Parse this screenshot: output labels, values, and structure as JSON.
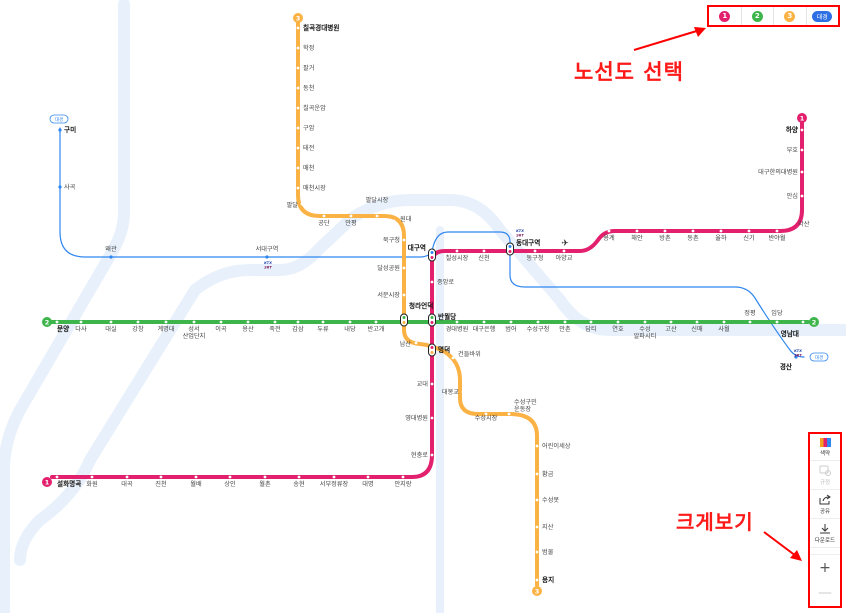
{
  "annotations": {
    "line_select": "노선도 선택",
    "zoom_view": "크게보기"
  },
  "line_selector": {
    "buttons": [
      {
        "label": "1",
        "color": "#e3206e",
        "name": "line-1"
      },
      {
        "label": "2",
        "color": "#3db54a",
        "name": "line-2"
      },
      {
        "label": "3",
        "color": "#fbb244",
        "name": "line-3"
      },
      {
        "label": "대경",
        "color": "#2f6fe4",
        "name": "daegyeong-line"
      }
    ]
  },
  "toolbar": {
    "color_label": "색약",
    "rules_label": "규정",
    "share_label": "공유",
    "download_label": "다운로드",
    "zoom_in": "+",
    "zoom_out": "—"
  },
  "colors": {
    "line1": "#e3206e",
    "line2": "#3db54a",
    "line3": "#fbb244",
    "daegyeong": "#2f86f0",
    "river": "#e8f1fb"
  },
  "lines": {
    "line1": {
      "badge": "1",
      "stations": [
        "설화명곡",
        "화원",
        "대곡",
        "진천",
        "월배",
        "상인",
        "월촌",
        "송현",
        "서부정류장",
        "대명",
        "안지랑",
        "현충로",
        "영대병원",
        "교대",
        "명덕",
        "반월당",
        "중앙로",
        "대구역",
        "칠성시장",
        "신천",
        "동대구역",
        "동구청",
        "아양교",
        "용계",
        "해안",
        "방촌",
        "동촌",
        "율하",
        "신기",
        "반야월",
        "각산",
        "안심",
        "대구한의대병원",
        "부호",
        "하양"
      ]
    },
    "line2": {
      "badge": "2",
      "stations": [
        "문양",
        "다사",
        "대실",
        "강창",
        "계명대",
        "성서산업단지",
        "이곡",
        "용산",
        "죽전",
        "감삼",
        "두류",
        "내당",
        "반고개",
        "청라언덕",
        "반월당",
        "경대병원",
        "대구은행",
        "범어",
        "수성구청",
        "만촌",
        "담티",
        "연호",
        "수성알파시티",
        "고산",
        "신매",
        "사월",
        "정평",
        "임당",
        "영남대"
      ]
    },
    "line3": {
      "badge": "3",
      "stations": [
        "칠곡경대병원",
        "학정",
        "팔거",
        "동천",
        "칠곡운암",
        "구암",
        "태전",
        "매천",
        "매천시장",
        "팔달",
        "공단",
        "만평",
        "팔달시장",
        "원대",
        "북구청",
        "달성공원",
        "서문시장",
        "청라언덕",
        "남산",
        "명덕",
        "건들바위",
        "대봉교",
        "수성시장",
        "수성구민운동장",
        "어린이세상",
        "황금",
        "수성못",
        "지산",
        "범물",
        "용지"
      ]
    },
    "daegyeong": {
      "badge": "대경",
      "stations": [
        "구미",
        "사곡",
        "왜관",
        "서대구역",
        "대구역",
        "동대구역",
        "경산"
      ]
    }
  },
  "transfer_marks": {
    "ktx_srt": "KTX SRT",
    "airport": "airport"
  }
}
